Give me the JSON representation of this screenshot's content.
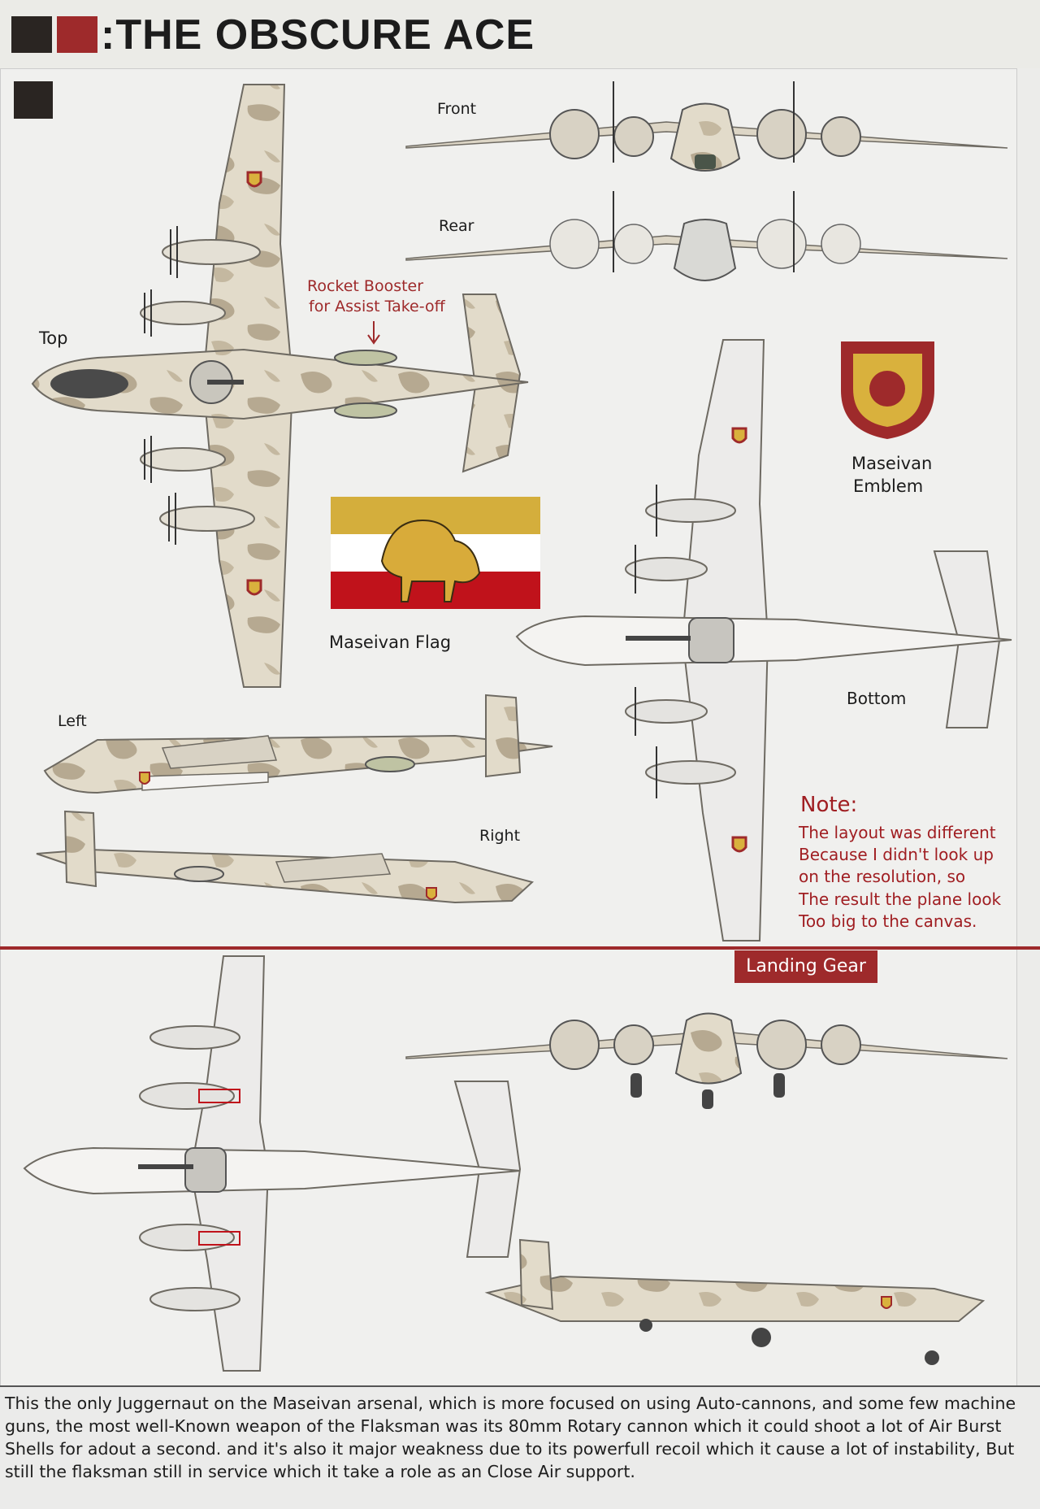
{
  "header": {
    "title": ":THE OBSCURE ACE",
    "colors": {
      "square_dark": "#2a2522",
      "square_red": "#9e2a2b",
      "sub_square": "#2a2522"
    }
  },
  "views": {
    "top": "Top",
    "front": "Front",
    "rear": "Rear",
    "bottom": "Bottom",
    "left": "Left",
    "right": "Right"
  },
  "annotations": {
    "rocket_line1": "Rocket Booster",
    "rocket_line2": "for Assist Take-off",
    "emblem_line1": "Maseivan",
    "emblem_line2": "Emblem",
    "flag_label": "Maseivan Flag"
  },
  "note": {
    "heading": "Note:",
    "lines": [
      "The layout was different",
      "Because I didn't look up",
      "on the resolution, so",
      "The result the plane look",
      "Too big to the canvas."
    ]
  },
  "landing_gear": {
    "label": "Landing Gear"
  },
  "description": {
    "text": "This the only Juggernaut on the Maseivan arsenal, which is more focused on using Auto-cannons, and some few machine guns, the most well-Known weapon of the Flaksman was its 80mm Rotary cannon which it could shoot a lot of Air Burst Shells for adout a second. and it's also it major weakness due to its powerfull recoil which it cause a lot of instability, But still the flaksman still in service which it take a role as an Close Air support."
  },
  "colors": {
    "accent_red": "#9e2a2b",
    "note_red": "#a01e22",
    "camo_light": "#e0d9c8",
    "camo_dark": "#b3a68f",
    "flag_gold": "#d4ae3c",
    "flag_white": "#ffffff",
    "flag_red": "#c0121b",
    "emblem_red": "#9e2a2b",
    "emblem_gold": "#d9b13d"
  }
}
